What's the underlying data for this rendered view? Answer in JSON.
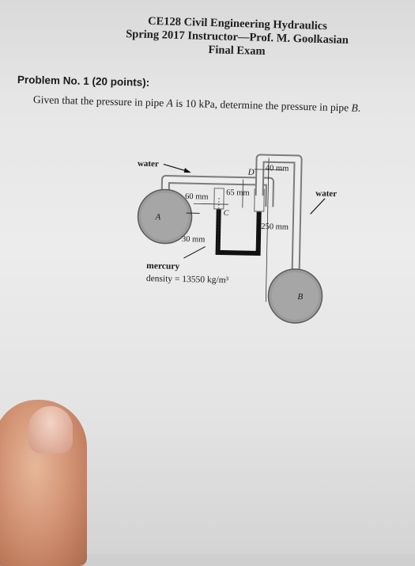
{
  "header": {
    "line1": "CE128 Civil Engineering Hydraulics",
    "line2": "Spring 2017 Instructor—Prof. M. Goolkasian",
    "line3": "Final Exam"
  },
  "problem": {
    "title": "Problem No. 1 (20 points):",
    "statement_prefix": "Given that the pressure in pipe ",
    "pipe_a": "A",
    "statement_middle": " is 10 kPa, determine the pressure in pipe ",
    "pipe_b": "B",
    "statement_suffix": "."
  },
  "diagram": {
    "label_water_left": "water",
    "label_water_right": "water",
    "label_d": "D",
    "label_c": "C",
    "label_a": "A",
    "label_b": "B",
    "dim_40": "40 mm",
    "dim_60": "60 mm",
    "dim_65": "65 mm",
    "dim_250": "250 mm",
    "dim_30": "30 mm",
    "label_mercury": "mercury",
    "label_density": "density = 13550 kg/m³"
  }
}
